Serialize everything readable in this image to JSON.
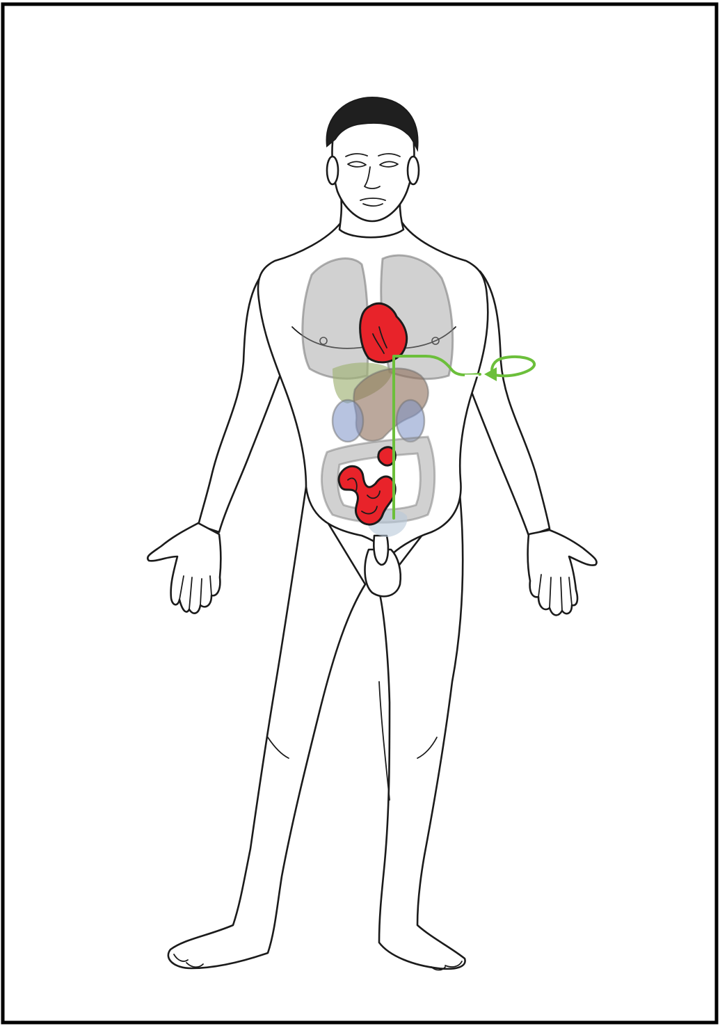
{
  "figure": {
    "type": "anatomical-diagram",
    "subject": "human-body-front",
    "highlighted_organs": [
      "heart",
      "small-intestine"
    ],
    "faded_organs": [
      "lungs",
      "liver",
      "stomach",
      "kidneys",
      "large-intestine",
      "bladder"
    ],
    "pathway": {
      "from": "upper-arm",
      "to": "lower-abdomen",
      "color": "#6cbf3b",
      "arrow_direction": "left"
    },
    "colors": {
      "highlight": "#e8232a",
      "faded_organ": "#9a9a9a",
      "liver": "#9fb274",
      "stomach": "#8d6e5a",
      "kidney": "#7b92c6",
      "pathway": "#6cbf3b",
      "outline": "#1b1b1b",
      "frame": "#000000"
    }
  }
}
